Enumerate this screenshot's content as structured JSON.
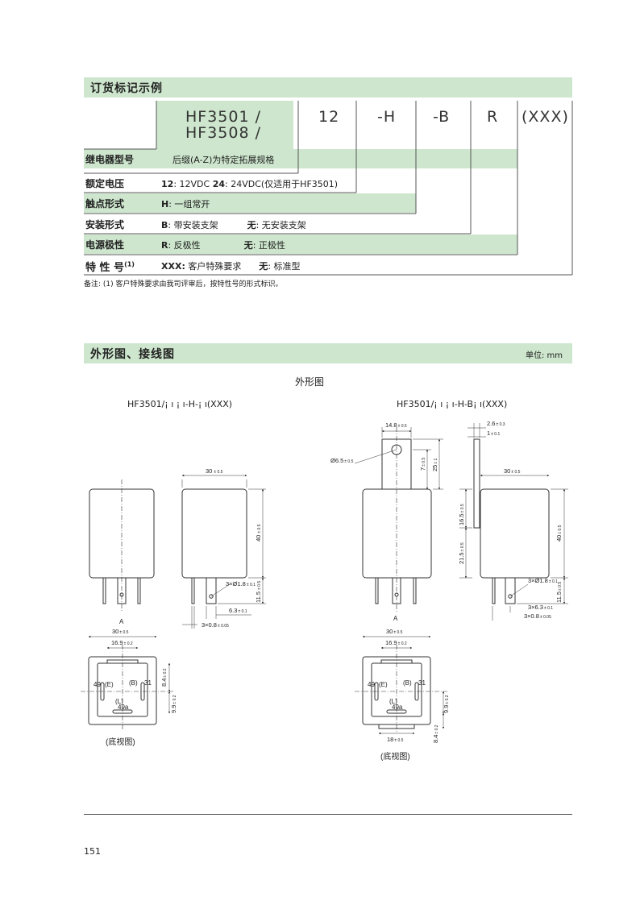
{
  "section1": {
    "title": "订货标记示例"
  },
  "order_code": {
    "model_line1": "HF3501 /",
    "model_line2": "HF3508 /",
    "voltage": "12",
    "contact": "-H",
    "bracket": "-B",
    "polarity": "R",
    "special": "(XXX)"
  },
  "rows": [
    {
      "label": "继电器型号",
      "desc": "后缀(A-Z)为特定拓展规格"
    },
    {
      "label": "额定电压",
      "desc_parts": [
        "12",
        ": 12VDC  ",
        "24",
        ": 24VDC(仅适用于HF3501)"
      ]
    },
    {
      "label": "触点形式",
      "desc_parts": [
        "H",
        ": 一组常开"
      ]
    },
    {
      "label": "安装形式",
      "desc_parts": [
        "B",
        ": 带安装支架",
        "无",
        ": 无安装支架"
      ]
    },
    {
      "label": "电源极性",
      "desc_parts": [
        "R",
        ": 反极性",
        "无",
        ": 正极性"
      ]
    },
    {
      "label": "特 性 号",
      "sup": "(1)",
      "desc_parts": [
        "XXX:",
        " 客户特殊要求",
        "无",
        ": 标准型"
      ]
    }
  ],
  "note": "备注: (1) 客户特殊要求由我司评审后，按特性号的形式标识。",
  "section2": {
    "title": "外形图、接线图",
    "unit": "单位: mm"
  },
  "drawing": {
    "title": "外形图",
    "left_caption": "HF3501/¡ ı ¡ ı-H-¡ ı(XXX)",
    "right_caption": "HF3501/¡ ı ¡ ı-H-B¡ ı(XXX)",
    "bottom_view": "(底视图)",
    "view_a": "A",
    "pins": {
      "p49": "49",
      "pE": "(E)",
      "pB": "(B)",
      "p31": "31",
      "pL": "(L)",
      "p49a": "49a"
    },
    "dims": {
      "w30": "30",
      "w169": "16.9",
      "h40": "40",
      "h115": "11.5",
      "d3x18": "3×Ø1.8",
      "d63": "6.3",
      "d3x08": "3×0.8",
      "d84": "8.4",
      "d99": "9.9",
      "d18": "18",
      "d148": "14.8",
      "d65": "Ø6.5",
      "d7": "7",
      "d25": "25",
      "d26": "2.6",
      "d1": "1",
      "d165": "16.5",
      "d215": "21.5",
      "d3x63": "3×6.3",
      "t05": "± 0.5",
      "t02": "± 0.2",
      "t01": "± 0.1",
      "t03": "± 0.3",
      "t1": "± 1",
      "t005": "± 0.05"
    }
  },
  "page_number": "151"
}
